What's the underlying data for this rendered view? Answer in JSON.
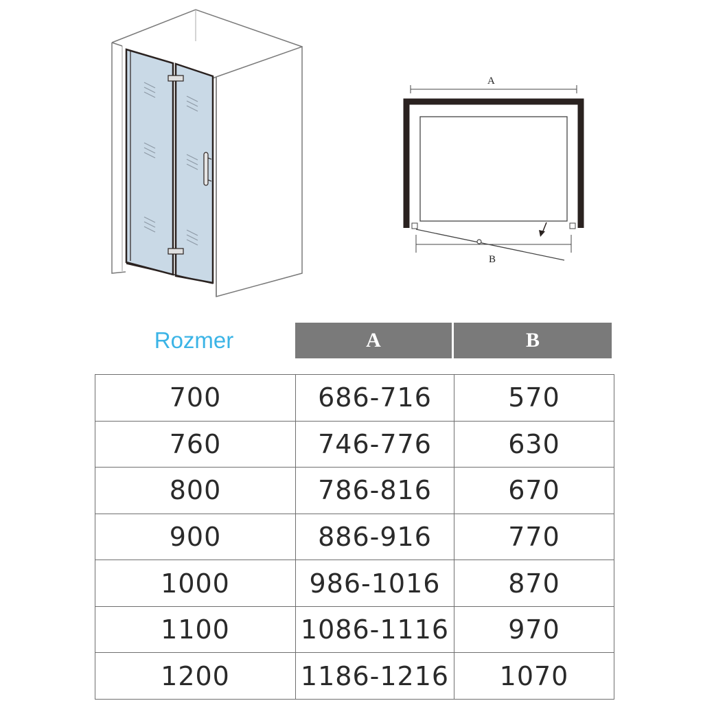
{
  "drawing": {
    "plan_label_a": "A",
    "plan_label_b": "B",
    "icons": [
      "shower-enclosure-illustration",
      "floor-plan-diagram",
      "door-swing-arrow-icon"
    ]
  },
  "table": {
    "size_label": "Rozmer",
    "column_a": "A",
    "column_b": "B",
    "rows": [
      {
        "size": "700",
        "a": "686-716",
        "b": "570"
      },
      {
        "size": "760",
        "a": "746-776",
        "b": "630"
      },
      {
        "size": "800",
        "a": "786-816",
        "b": "670"
      },
      {
        "size": "900",
        "a": "886-916",
        "b": "770"
      },
      {
        "size": "1000",
        "a": "986-1016",
        "b": "870"
      },
      {
        "size": "1100",
        "a": "1086-1116",
        "b": "970"
      },
      {
        "size": "1200",
        "a": "1186-1216",
        "b": "1070"
      }
    ]
  },
  "colors": {
    "header_bg": "#7a7a7a",
    "label_blue": "#3bb4e6",
    "glass": "#c9d9e6",
    "frame": "#2a2220"
  }
}
